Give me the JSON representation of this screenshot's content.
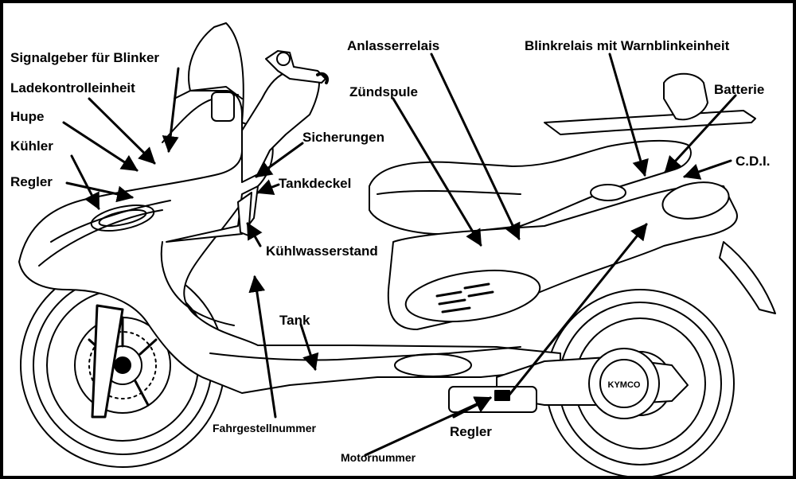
{
  "labels": {
    "signalgeber": "Signalgeber für Blinker",
    "ladekontroll": "Ladekontrolleinheit",
    "hupe": "Hupe",
    "kuehler": "Kühler",
    "regler_front": "Regler",
    "sicherungen": "Sicherungen",
    "tankdeckel": "Tankdeckel",
    "kuehlwasser": "Kühlwasserstand",
    "tank": "Tank",
    "fahrgestell": "Fahrgestellnummer",
    "motornummer": "Motornummer",
    "regler_engine": "Regler",
    "anlasser": "Anlasserrelais",
    "zuendspule": "Zündspule",
    "blinkrelais": "Blinkrelais mit Warnblinkeinheit",
    "batterie": "Batterie",
    "cdi": "C.D.I."
  },
  "brand_logo": "KYMCO"
}
